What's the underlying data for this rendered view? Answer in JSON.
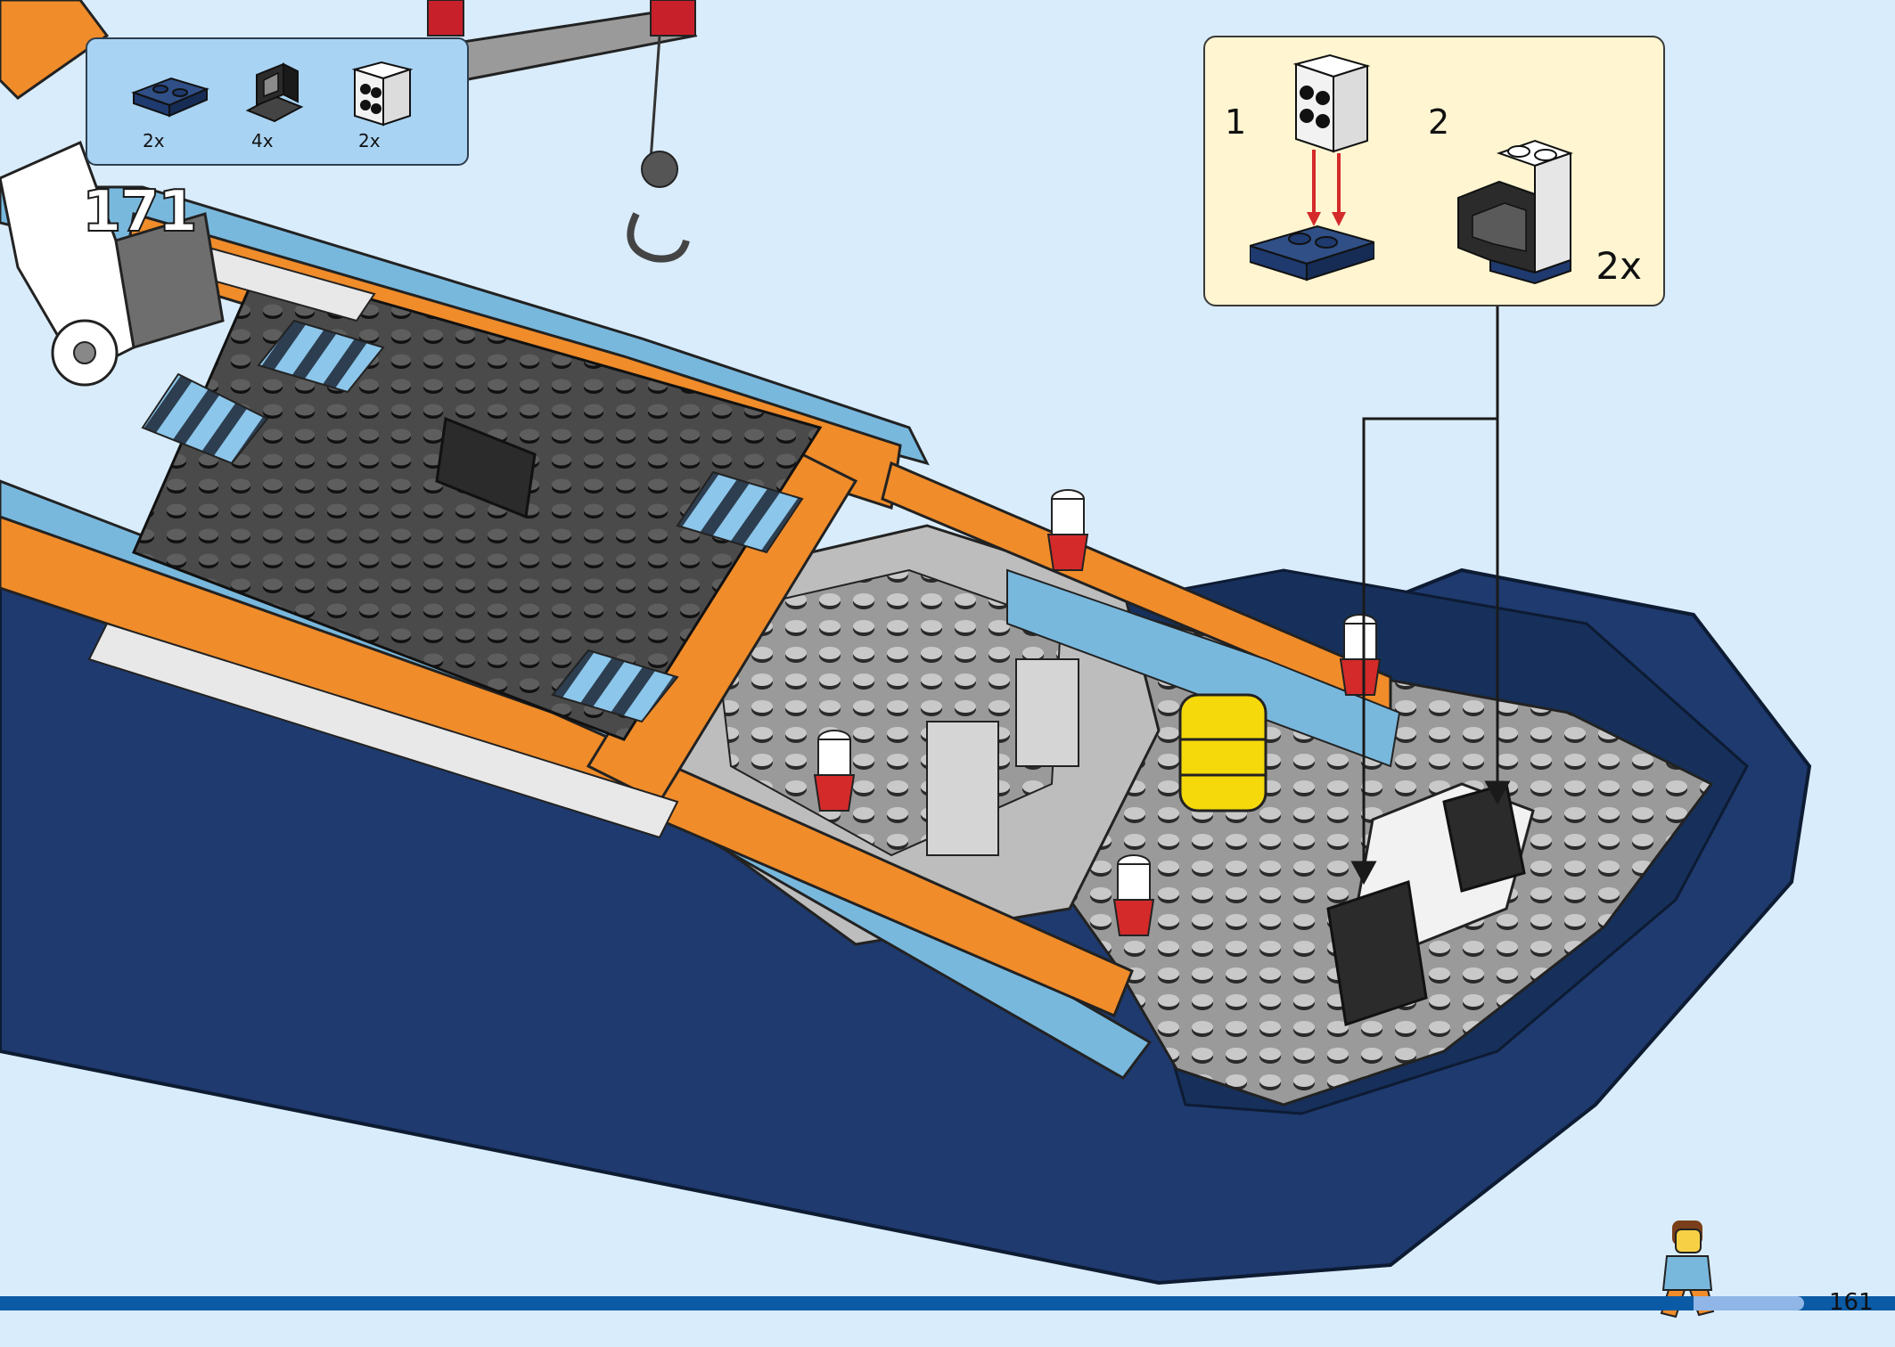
{
  "step": {
    "number": "171"
  },
  "parts_list": {
    "items": [
      {
        "name": "navy-plate-2x2",
        "qty": "2x",
        "color": "#1e3a6e"
      },
      {
        "name": "black-handle-bracket",
        "qty": "4x",
        "color": "#2b2b2b"
      },
      {
        "name": "white-brick-2x2-studs",
        "qty": "2x",
        "color": "#f2f2f2"
      }
    ]
  },
  "sub_assembly": {
    "step1_label": "1",
    "step2_label": "2",
    "quantity": "2x"
  },
  "footer": {
    "page_number": "161",
    "progress_color": "#0a5aa5"
  },
  "colors": {
    "background": "#d9ecfb",
    "hull_navy": "#1e3a6e",
    "accent_orange": "#f08c2a",
    "deck_gray": "#8c8c8c",
    "plate_dark": "#3a3a3a",
    "light_blue": "#79b8dd",
    "arrow_red": "#d42a2a"
  }
}
